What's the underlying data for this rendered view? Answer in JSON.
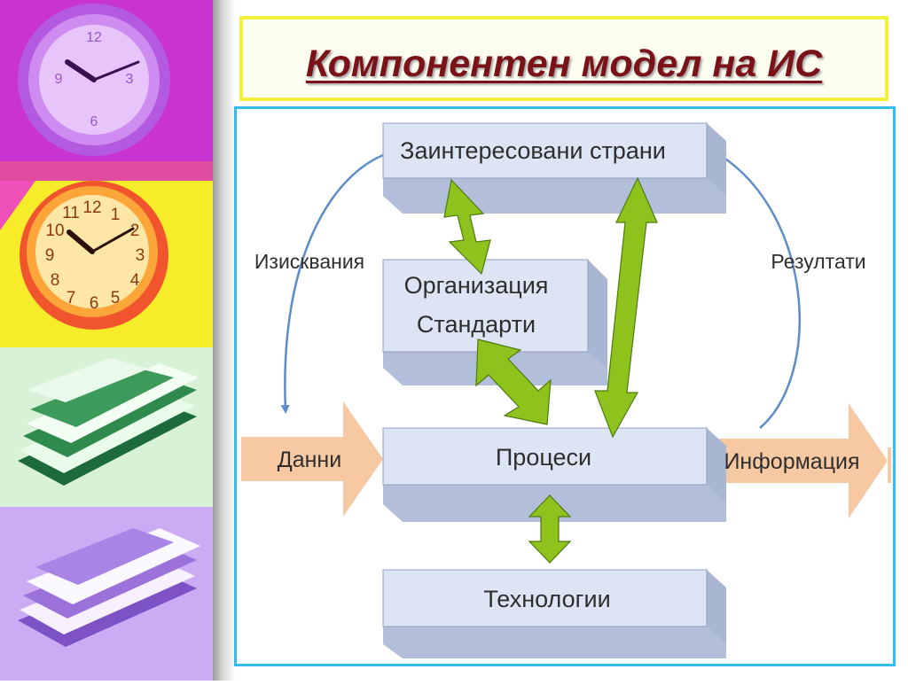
{
  "slide": {
    "title": "Компонентен модел на ИС"
  },
  "diagram": {
    "boxes": {
      "stakeholders": "Заинтересовани страни",
      "organization_line1": "Организация",
      "organization_line2": "Стандарти",
      "processes": "Процеси",
      "technologies": "Технологии"
    },
    "labels": {
      "requirements": "Изисквания",
      "results": "Резултати",
      "data": "Данни",
      "information": "Информация"
    }
  },
  "colors": {
    "title_text": "#7a1218",
    "title_border": "#f2f03a",
    "frame_border": "#33bde8",
    "box_face": "#dde4f4",
    "box_side": "#a9b6d2",
    "green_arrow": "#8ec21c",
    "orange_arrow": "#f6c9a2",
    "blue_arc": "#5d8cc8"
  }
}
